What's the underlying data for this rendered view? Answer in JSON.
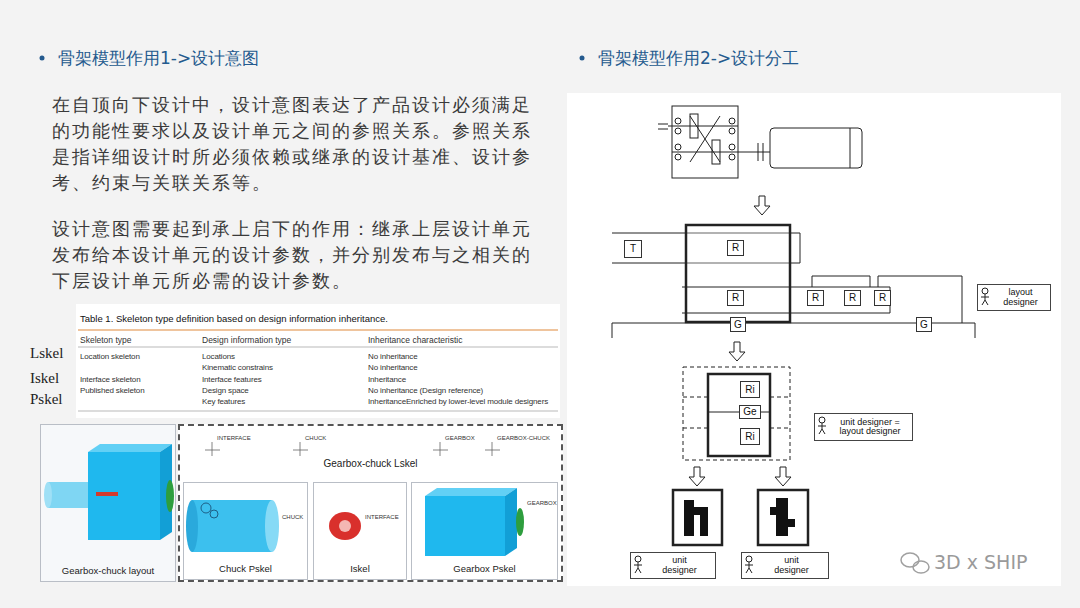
{
  "diagram": {
    "nodes": [
      {
        "text": [
          "Gearbox-chuck layout"
        ]
      },
      {
        "text": [
          "Gearbox-chuck Lskel"
        ]
      },
      {
        "text": [
          "Chuck Pskel"
        ],
        "in": 1
      },
      {
        "text": [
          "Iskel"
        ],
        "in": 1
      },
      {
        "text": [
          "Gearbox Pskel"
        ],
        "in": 1
      },
      {
        "text": [
          "T"
        ]
      },
      {
        "text": [
          "R"
        ]
      },
      {
        "text": [
          "R"
        ]
      },
      {
        "text": [
          "R"
        ]
      },
      {
        "text": [
          "R"
        ]
      },
      {
        "text": [
          "R"
        ]
      },
      {
        "text": [
          "G"
        ]
      },
      {
        "text": [
          "G"
        ]
      },
      {
        "text": [
          "layout designer"
        ]
      },
      {
        "text": [
          "Ri"
        ]
      },
      {
        "text": [
          "Ge"
        ]
      },
      {
        "text": [
          "Ri"
        ]
      },
      {
        "text": [
          "unit designer = layout designer"
        ]
      },
      {
        "text": [
          "unit designer"
        ]
      },
      {
        "text": [
          "unit designer"
        ]
      }
    ],
    "labels": [
      "骨架模型作用1->设计意图",
      "骨架模型作用2->设计分工",
      "在自顶向下设计中，设计意图表达了产品设计必须满足的功能性要求以及设计单元之间的参照关系。参照关系是指详细设计时所必须依赖或继承的设计基准、设计参考、约束与关联关系等。",
      "设计意图需要起到承上启下的作用：继承上层设计单元发布给本设计单元的设计参数，并分别发布与之相关的下层设计单元所必需的设计参数。",
      "Lskel",
      "Iskel",
      "Pskel",
      "Table 1. Skeleton type definition based on design information inheritance.",
      "Skeleton type",
      "Design information type",
      "Inheritance characteristic",
      "Location skeleton",
      "Locations",
      "No inheritance",
      "Kinematic constrains",
      "No inheritance",
      "Interface skeleton",
      "Interface features",
      "Inheritance",
      "Published skeleton",
      "Design space",
      "No inheritance (Design reference)",
      "Key features",
      "InheritanceEnriched by lower-level module designers",
      "INTERFACE",
      "CHUCK",
      "GEARBOX",
      "GEARBOX-CHUCK",
      "CHUCK",
      "INTERFACE",
      "GEARBOX",
      "3D x SHIP"
    ]
  }
}
